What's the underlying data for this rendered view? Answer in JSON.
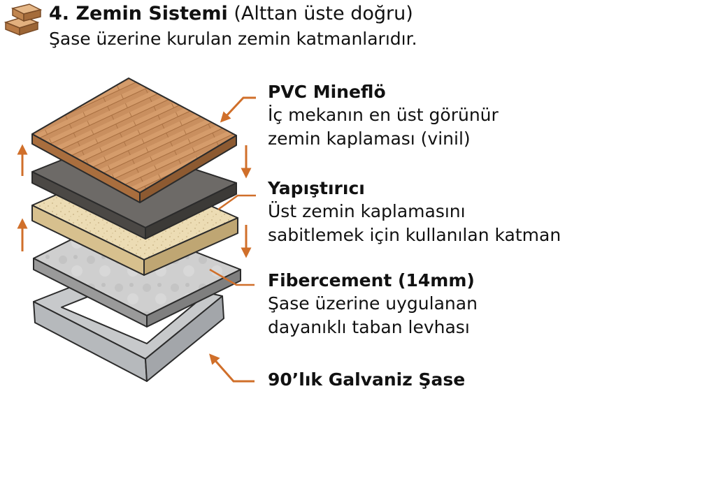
{
  "header": {
    "icon": "stacked-boards-icon",
    "title": "4. Zemin Sistemi",
    "title_note": "(Alttan üste doğru)",
    "subtitle": "Şase üzerine kurulan zemin katmanlarıdır."
  },
  "layers": [
    {
      "name": "PVC Mineflö",
      "desc_lines": [
        "İç mekanın en üst görünür",
        "zemin kaplaması (vinil)"
      ],
      "color": "#c98f5f"
    },
    {
      "name": "Yapıştırıcı",
      "desc_lines": [
        "Üst zemin kaplamasını",
        "sabitlemek için kullanılan katman"
      ],
      "color": "#ecdcb4"
    },
    {
      "name": "Fibercement (14mm)",
      "desc_lines": [
        "Şase üzerine uygulanan",
        "dayanıklı taban levhası"
      ],
      "color": "#cfcfcf"
    },
    {
      "name": "90’lık Galvaniz Şase",
      "desc_lines": [],
      "color": "#c7c9cb"
    }
  ],
  "colors": {
    "accent_arrow": "#d06f2a",
    "outline": "#2b2b2b"
  }
}
